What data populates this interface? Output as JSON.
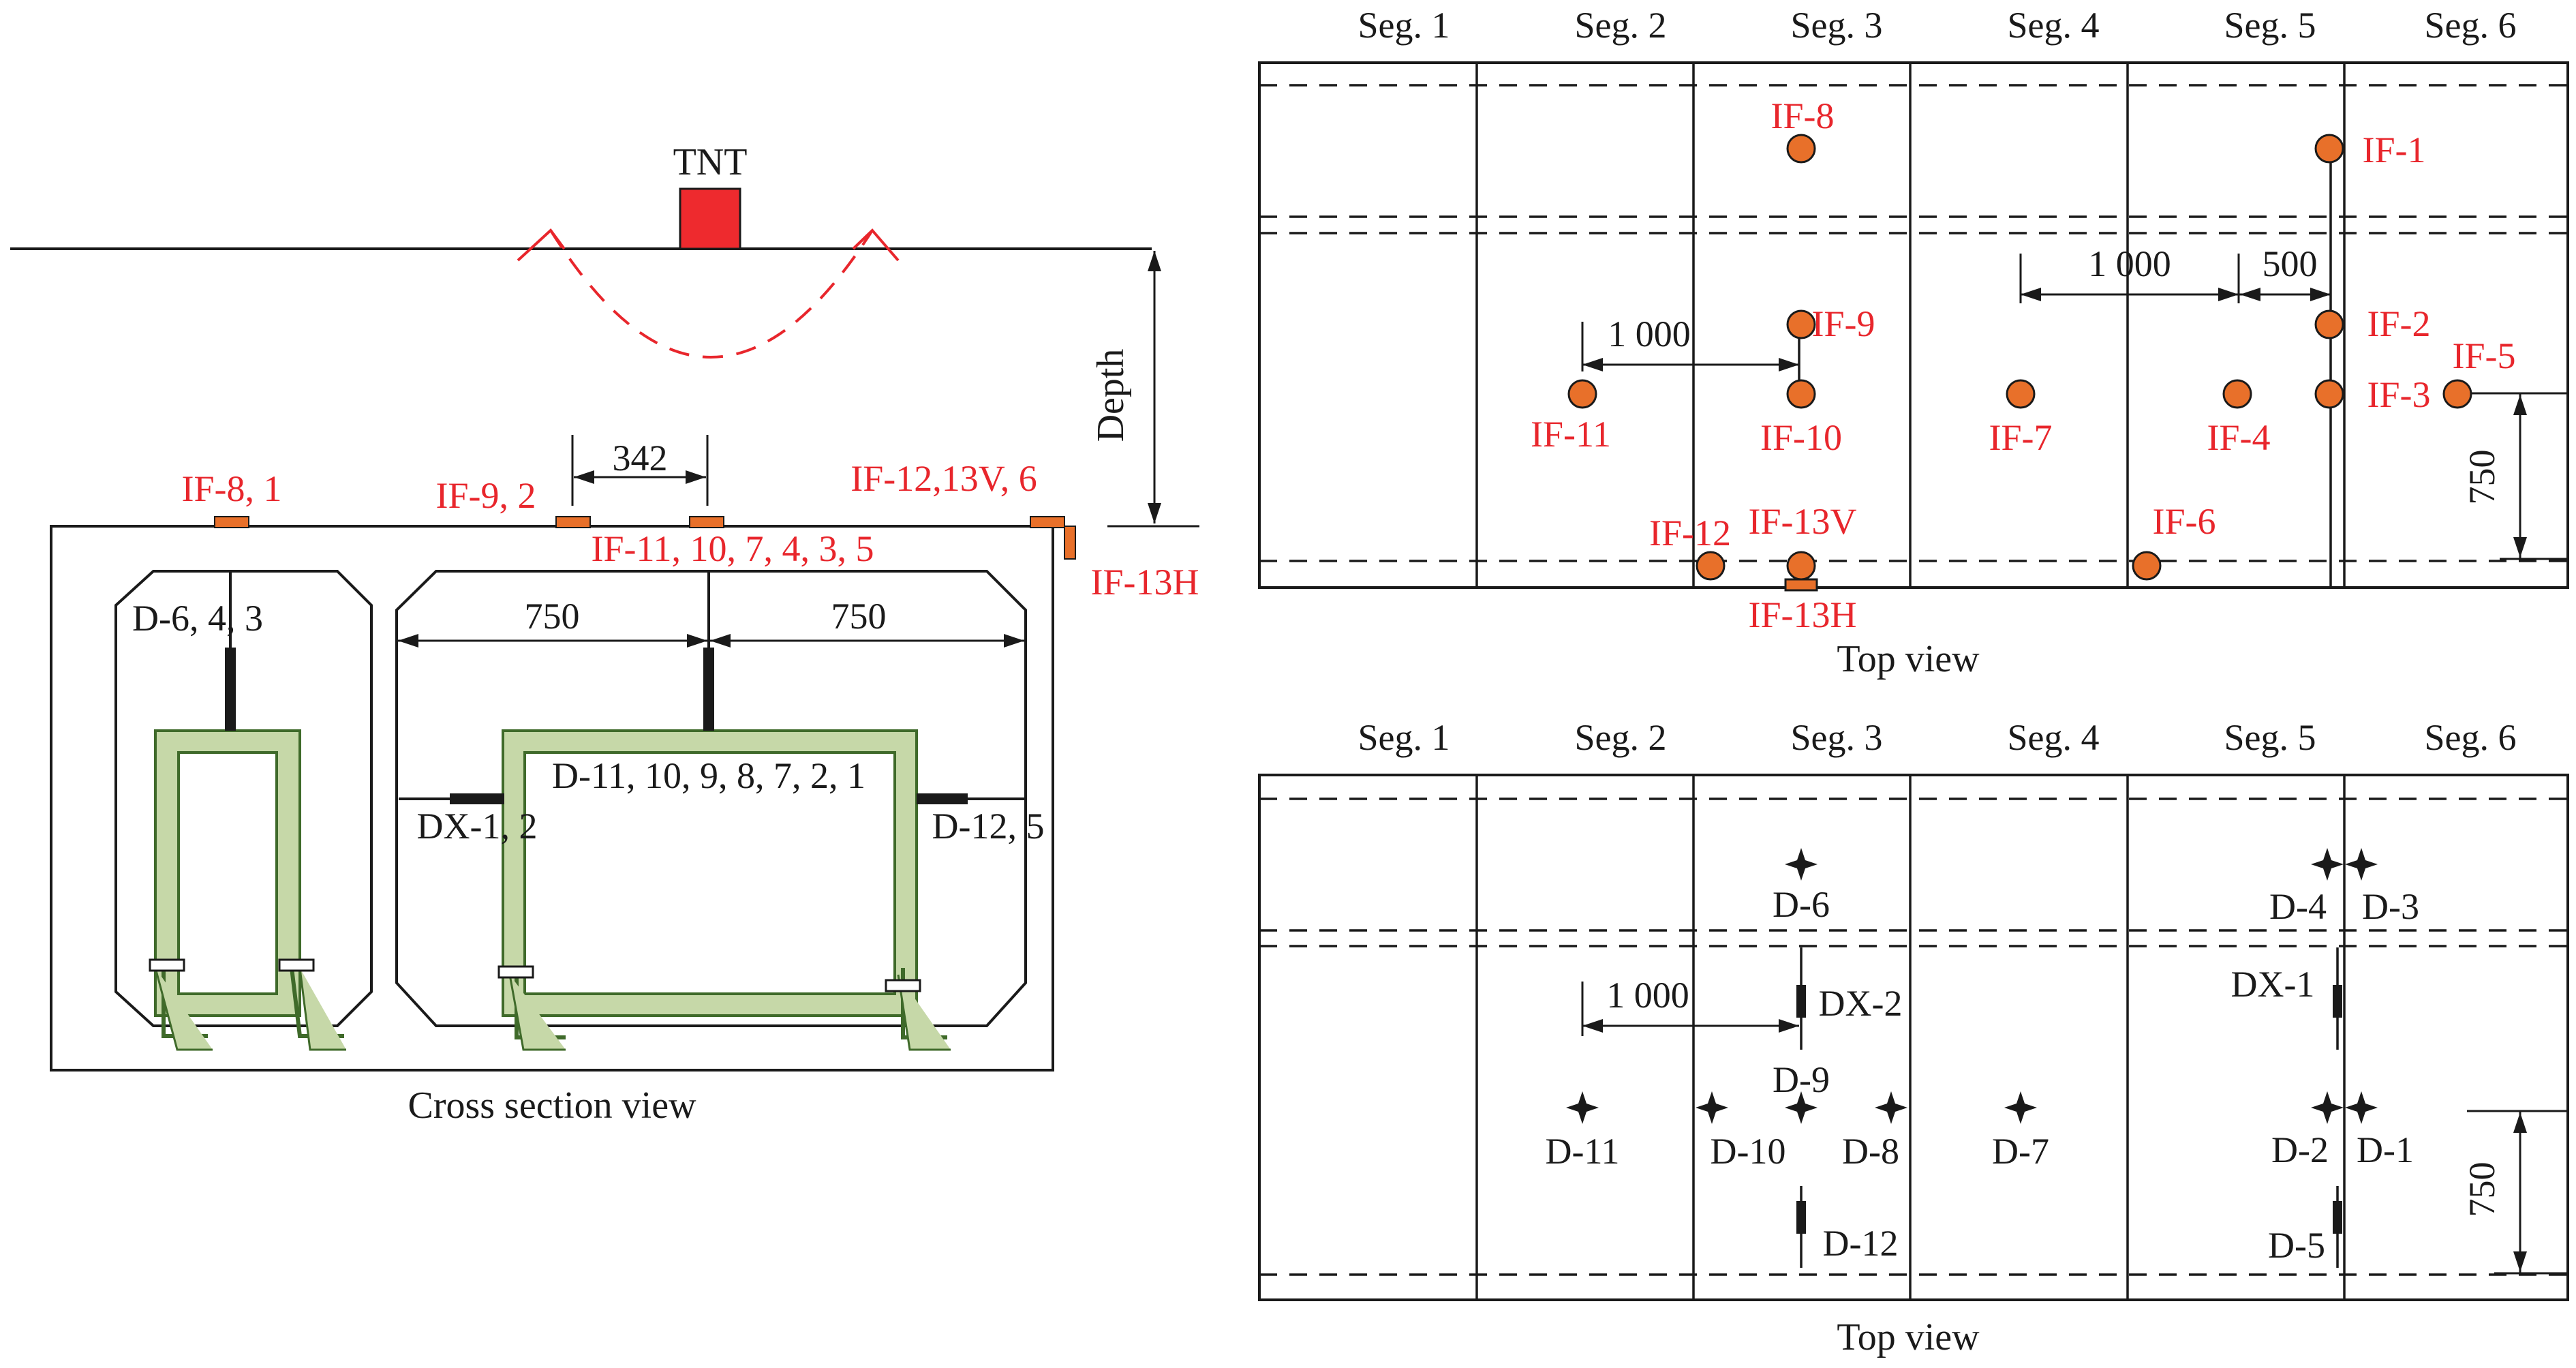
{
  "cross_section": {
    "surface_charge": "TNT",
    "depth_label": "Depth",
    "dim_342": "342",
    "dim_750_left": "750",
    "dim_750_right": "750",
    "sensor_labels": {
      "if_8_1": "IF-8, 1",
      "if_9_2": "IF-9, 2",
      "if_12_13v_6": "IF-12,13V, 6",
      "if_11_10_7_4_3_5": "IF-11, 10, 7, 4, 3, 5",
      "if_13h": "IF-13H"
    },
    "disp_labels": {
      "d_6_4_3": "D-6, 4, 3",
      "d_main": "D-11, 10, 9, 8, 7, 2, 1",
      "dx_1_2": "DX-1, 2",
      "d_12_5": "D-12, 5"
    },
    "caption": "Cross section view"
  },
  "segments": [
    "Seg. 1",
    "Seg. 2",
    "Seg. 3",
    "Seg. 4",
    "Seg. 5",
    "Seg. 6"
  ],
  "top_view_pressure": {
    "caption": "Top view",
    "gauges": [
      "IF-1",
      "IF-2",
      "IF-3",
      "IF-4",
      "IF-5",
      "IF-6",
      "IF-7",
      "IF-8",
      "IF-9",
      "IF-10",
      "IF-11",
      "IF-12",
      "IF-13V",
      "IF-13H"
    ],
    "dims": {
      "d1000_left": "1 000",
      "d1000_right": "1 000",
      "d500": "500",
      "d750": "750"
    }
  },
  "top_view_displacement": {
    "caption": "Top view",
    "sensors": [
      "D-1",
      "D-2",
      "D-3",
      "D-4",
      "D-5",
      "D-6",
      "D-7",
      "D-8",
      "D-9",
      "D-10",
      "D-11",
      "D-12",
      "DX-1",
      "DX-2"
    ],
    "dims": {
      "d1000": "1 000",
      "d750": "750"
    }
  },
  "colors": {
    "line": "#1a1a1a",
    "label_red": "#e8262c",
    "tnt_fill": "#ee2a2e",
    "gauge_orange": "#e8702a",
    "frame_green": "#c6d8a8",
    "frame_green_stroke": "#3f6a2a"
  },
  "icons": {
    "gauge": "orange-circle",
    "displacement": "four-point-star",
    "dx_gauge": "black-bar"
  }
}
